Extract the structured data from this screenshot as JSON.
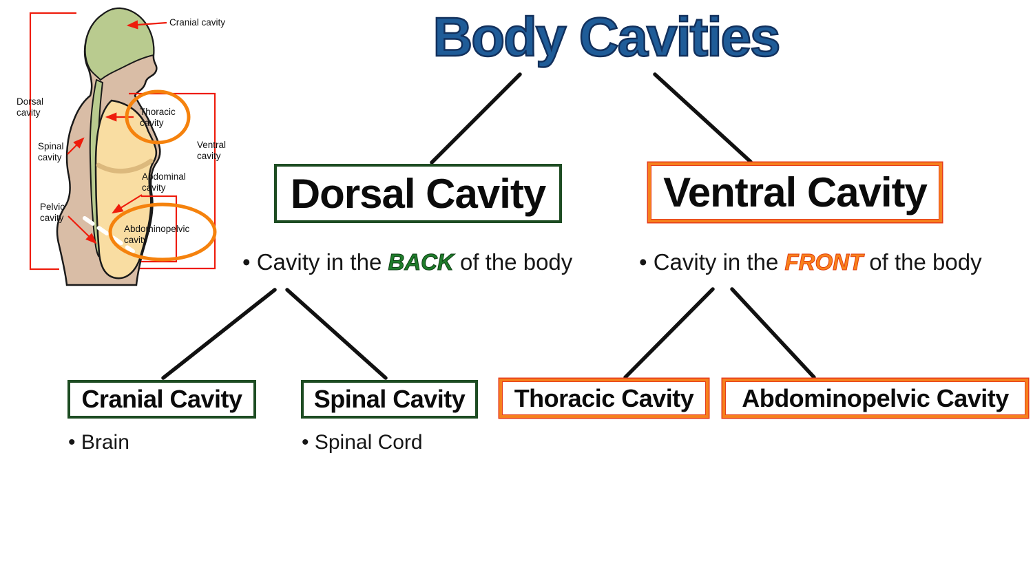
{
  "title": "Body Cavities",
  "colors": {
    "title_blue": "#1f5c98",
    "title_outline": "#12305c",
    "green_border": "#1d4c22",
    "orange_border": "#f6801c",
    "orange_red_edge": "#e63c1e",
    "green_text": "#1e7c2a",
    "orange_text": "#f9821a",
    "red_line": "#ee1c0c",
    "orange_ring": "#f5820d",
    "line_black": "#111111",
    "skin": "#d9bda6",
    "cavity_green": "#b9cb8f",
    "cavity_tan": "#f9dda2",
    "diaphragm_tan": "#dcb97d"
  },
  "figure": {
    "labels": {
      "cranial": "Cranial cavity",
      "dorsal_line1": "Dorsal",
      "dorsal_line2": "cavity",
      "spinal_line1": "Spinal",
      "spinal_line2": "cavity",
      "thoracic_line1": "Thoracic",
      "thoracic_line2": "cavity",
      "ventral_line1": "Ventral",
      "ventral_line2": "cavity",
      "abdominal_line1": "Abdominal",
      "abdominal_line2": "cavity",
      "pelvic_line1": "Pelvic",
      "pelvic_line2": "cavity",
      "abdominopelvic_line1": "Abdominopelvic",
      "abdominopelvic_line2": "cavity"
    }
  },
  "tree": {
    "dorsal": {
      "label": "Dorsal Cavity",
      "bullet_prefix": "• Cavity in the ",
      "bullet_highlight": "BACK",
      "bullet_suffix": " of the body"
    },
    "ventral": {
      "label": "Ventral Cavity",
      "bullet_prefix": "• Cavity in the ",
      "bullet_highlight": "FRONT",
      "bullet_suffix": " of the body"
    },
    "cranial": {
      "label": "Cranial Cavity",
      "bullet": "• Brain"
    },
    "spinal": {
      "label": "Spinal Cavity",
      "bullet": "• Spinal Cord"
    },
    "thoracic": {
      "label": "Thoracic Cavity"
    },
    "abdominopelvic": {
      "label": "Abdominopelvic Cavity"
    }
  }
}
